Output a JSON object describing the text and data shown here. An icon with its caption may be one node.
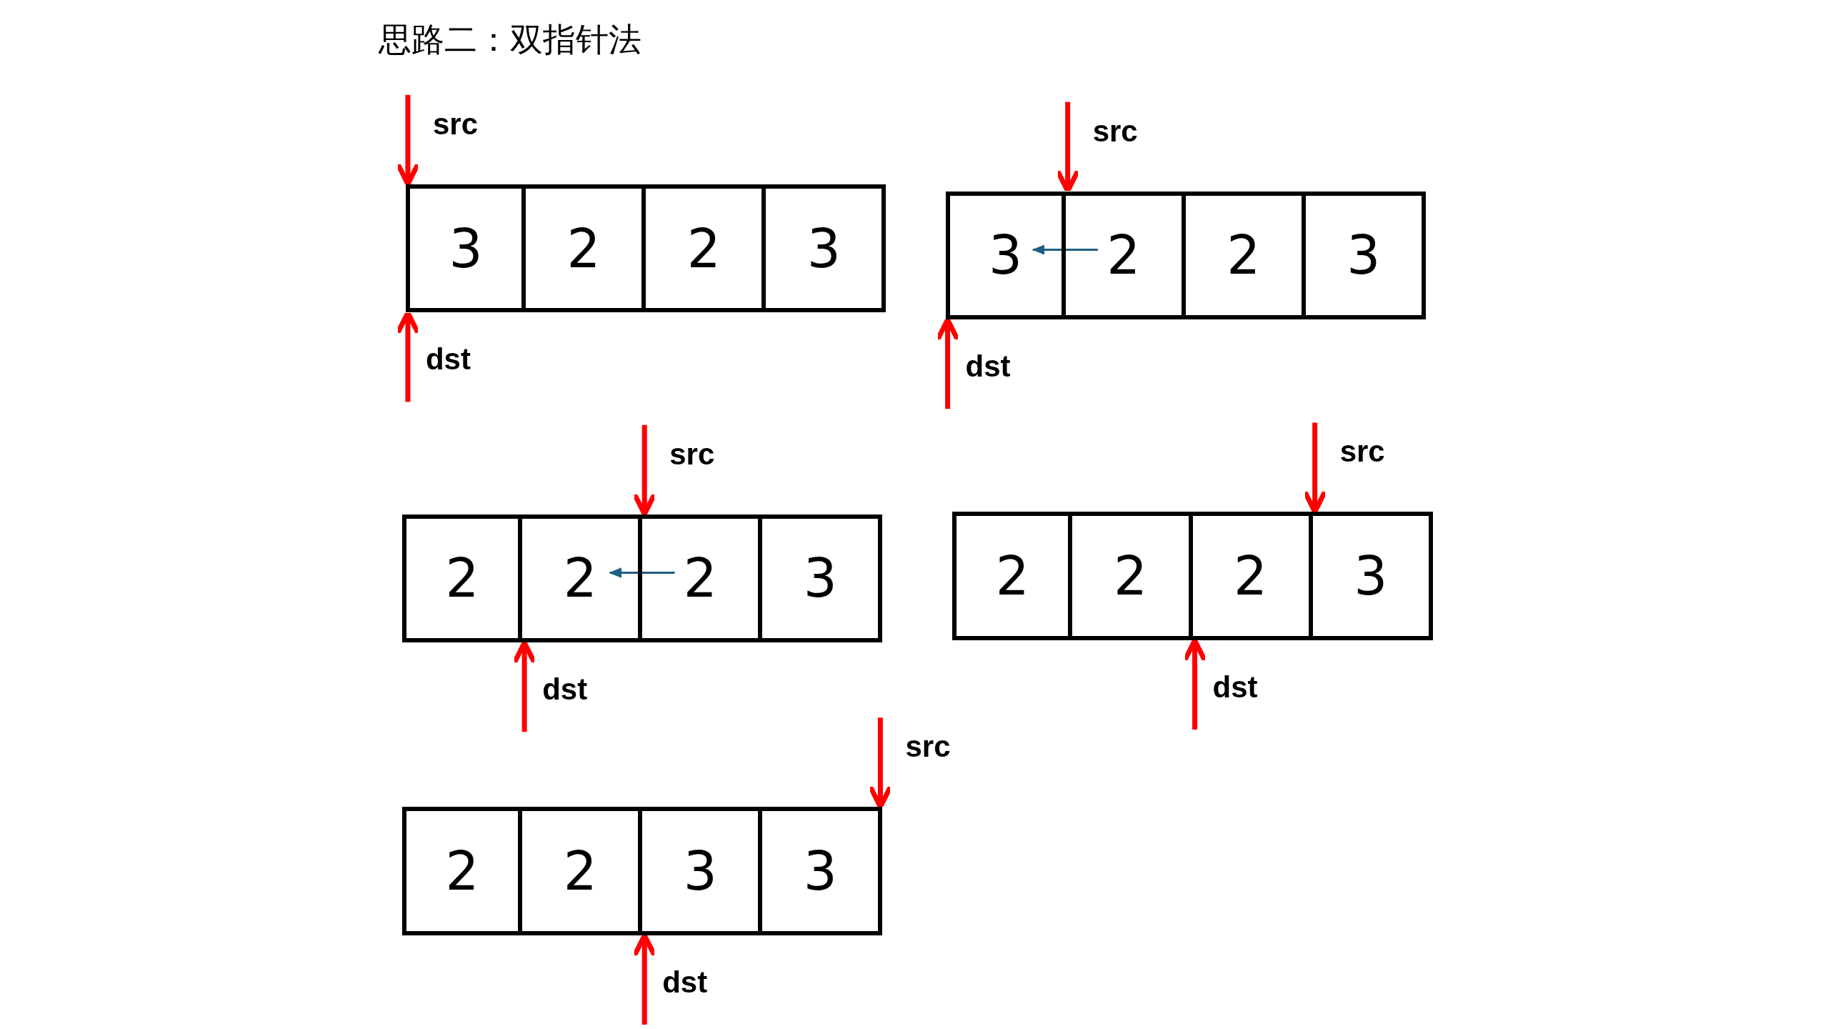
{
  "diagram": {
    "title": "思路二：双指针法",
    "nodes": [
      {
        "text": [
          "3"
        ]
      },
      {
        "text": [
          "2"
        ]
      },
      {
        "text": [
          "2"
        ]
      },
      {
        "text": [
          "3"
        ]
      },
      {
        "text": [
          "3"
        ]
      },
      {
        "text": [
          "2"
        ]
      },
      {
        "text": [
          "2"
        ]
      },
      {
        "text": [
          "3"
        ]
      },
      {
        "text": [
          "2"
        ]
      },
      {
        "text": [
          "2"
        ]
      },
      {
        "text": [
          "2"
        ]
      },
      {
        "text": [
          "3"
        ]
      },
      {
        "text": [
          "2"
        ]
      },
      {
        "text": [
          "2"
        ]
      },
      {
        "text": [
          "2"
        ]
      },
      {
        "text": [
          "3"
        ]
      },
      {
        "text": [
          "2"
        ]
      },
      {
        "text": [
          "2"
        ]
      },
      {
        "text": [
          "3"
        ]
      },
      {
        "text": [
          "3"
        ]
      }
    ],
    "edges": [
      {
        "from": null,
        "to": 0,
        "arrow": "to",
        "label": "src"
      },
      {
        "from": null,
        "to": 0,
        "arrow": "to",
        "label": "dst"
      },
      {
        "from": null,
        "to": 5,
        "arrow": "to",
        "label": "src"
      },
      {
        "from": 5,
        "to": 4,
        "arrow": "to",
        "color": "#1f5f86"
      },
      {
        "from": null,
        "to": 4,
        "arrow": "to",
        "label": "dst"
      },
      {
        "from": null,
        "to": 10,
        "arrow": "to",
        "label": "src"
      },
      {
        "from": 10,
        "to": 9,
        "arrow": "to",
        "color": "#1f5f86"
      },
      {
        "from": null,
        "to": 9,
        "arrow": "to",
        "label": "dst"
      },
      {
        "from": null,
        "to": 15,
        "arrow": "to",
        "label": "src"
      },
      {
        "from": null,
        "to": 14,
        "arrow": "to",
        "label": "dst"
      },
      {
        "from": null,
        "to": 19,
        "arrow": "to",
        "label": "src"
      },
      {
        "from": null,
        "to": 18,
        "arrow": "to",
        "label": "dst"
      }
    ]
  }
}
